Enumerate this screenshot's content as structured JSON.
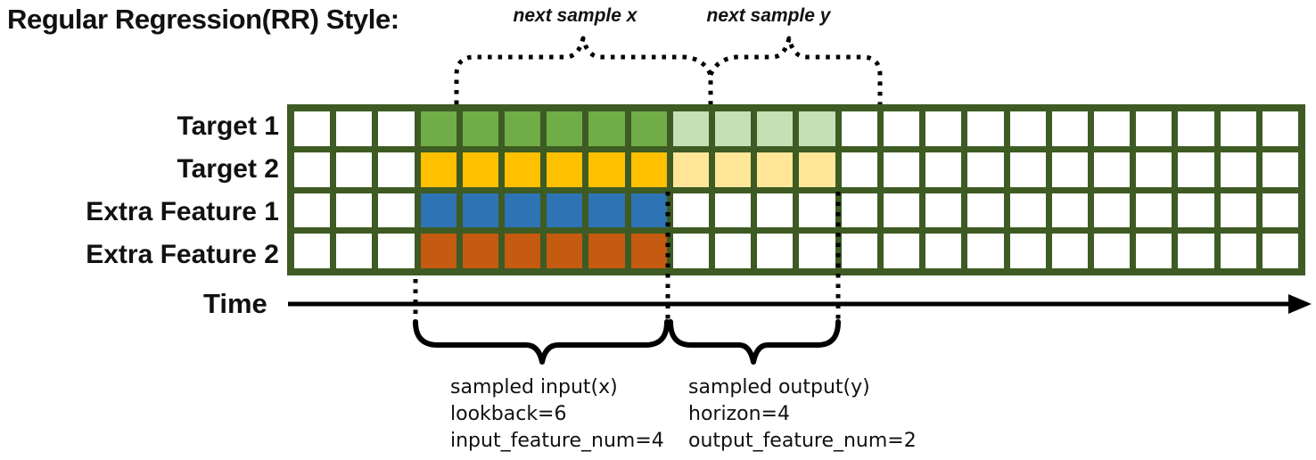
{
  "title": "Regular Regression(RR) Style:",
  "top_annotations": {
    "next_sample_x": "next sample x",
    "next_sample_y": "next sample y"
  },
  "grid": {
    "columns": 24,
    "input_start_col": 3,
    "lookback": 6,
    "horizon": 4,
    "border_color": "#3D5B23",
    "cell_color": "#FFFFFF",
    "rows": [
      {
        "label": "Target 1",
        "input_color": "#70AD47",
        "output_color": "#C5E0B4"
      },
      {
        "label": "Target 2",
        "input_color": "#FFC000",
        "output_color": "#FFE699"
      },
      {
        "label": "Extra Feature 1",
        "input_color": "#2E74B5",
        "output_color": null
      },
      {
        "label": "Extra Feature 2",
        "input_color": "#C55A11",
        "output_color": null
      }
    ]
  },
  "time_axis": {
    "label": "Time"
  },
  "bottom_annotations": {
    "input": {
      "lines": [
        "sampled input(x)",
        "lookback=6",
        "input_feature_num=4"
      ]
    },
    "output": {
      "lines": [
        "sampled output(y)",
        "horizon=4",
        "output_feature_num=2"
      ]
    }
  },
  "annotation_color": "#000000"
}
